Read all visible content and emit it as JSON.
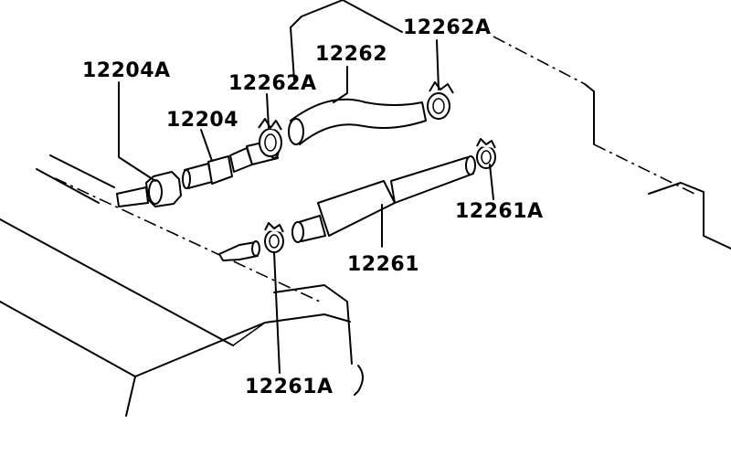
{
  "labels": {
    "pcv_grommet": "12204A",
    "pcv_valve": "12204",
    "clip_upper_left": "12262A",
    "hose_upper": "12262",
    "clip_upper_right": "12262A",
    "hose_lower": "12261",
    "clip_lower_right": "12261A",
    "clip_lower_left": "12261A"
  }
}
